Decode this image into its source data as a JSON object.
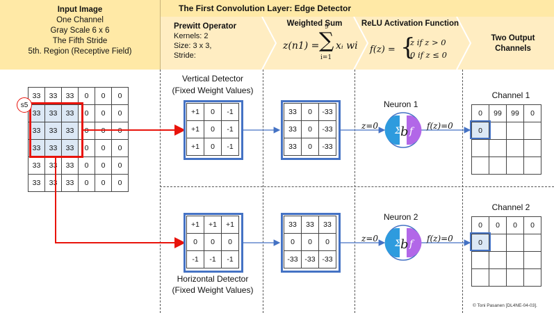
{
  "header": {
    "input_title": "Input Image",
    "input_lines": [
      "One Channel",
      "Gray Scale 6 x 6",
      "The Fifth Stride",
      "5th. Region (Receptive Field)"
    ],
    "layer_title": "The First Convolution Layer: Edge Detector",
    "prewitt_title": "Prewitt Operator",
    "prewitt_lines": [
      "Kernels: 2",
      "Size: 3 x 3,",
      "Stride:"
    ],
    "wsum_title": "Weighted Sum",
    "wsum_eq": "z(n1) = ",
    "wsum_sum_top": "9",
    "wsum_sum_bot": "i=1",
    "wsum_term": "xᵢ wi",
    "relu_title": "ReLU Activation Function",
    "relu_f": "f(z) =",
    "relu_case1": "z if z > 0",
    "relu_case2": "0 if z ≤ 0",
    "out_title": "Two Output Channels"
  },
  "input": {
    "badge": "s5",
    "grid": [
      [
        "33",
        "33",
        "33",
        "0",
        "0",
        "0"
      ],
      [
        "33",
        "33",
        "33",
        "0",
        "0",
        "0"
      ],
      [
        "33",
        "33",
        "33",
        "0",
        "0",
        "0"
      ],
      [
        "33",
        "33",
        "33",
        "0",
        "0",
        "0"
      ],
      [
        "33",
        "33",
        "33",
        "0",
        "0",
        "0"
      ],
      [
        "33",
        "33",
        "33",
        "0",
        "0",
        "0"
      ]
    ]
  },
  "vertical": {
    "title1": "Vertical Detector",
    "title2": "(Fixed Weight Values)",
    "kernel": [
      [
        "+1",
        "0",
        "-1"
      ],
      [
        "+1",
        "0",
        "-1"
      ],
      [
        "+1",
        "0",
        "-1"
      ]
    ],
    "product": [
      [
        "33",
        "0",
        "-33"
      ],
      [
        "33",
        "0",
        "-33"
      ],
      [
        "33",
        "0",
        "-33"
      ]
    ],
    "z_label": "z=0",
    "neuron": "Neuron 1",
    "f_label": "f(z)=0",
    "channel": "Channel 1",
    "channel_grid": [
      [
        "0",
        "99",
        "99",
        "0"
      ],
      [
        "0",
        "",
        "",
        ""
      ],
      [
        "",
        "",
        "",
        ""
      ],
      [
        "",
        "",
        "",
        ""
      ]
    ]
  },
  "horizontal": {
    "title1": "Horizontal  Detector",
    "title2": "(Fixed Weight Values)",
    "kernel": [
      [
        "+1",
        "+1",
        "+1"
      ],
      [
        "0",
        "0",
        "0"
      ],
      [
        "-1",
        "-1",
        "-1"
      ]
    ],
    "product": [
      [
        "33",
        "33",
        "33"
      ],
      [
        "0",
        "0",
        "0"
      ],
      [
        "-33",
        "-33",
        "-33"
      ]
    ],
    "z_label": "z=0",
    "neuron": "Neuron 2",
    "f_label": "f(z)=0",
    "channel": "Channel 2",
    "channel_grid": [
      [
        "0",
        "0",
        "0",
        "0"
      ],
      [
        "0",
        "",
        "",
        ""
      ],
      [
        "",
        "",
        "",
        ""
      ],
      [
        "",
        "",
        "",
        ""
      ]
    ]
  },
  "neuron_symbols": {
    "sigma": "Σ",
    "b": "b",
    "f": "f"
  },
  "credit": "© Toni Pasanen [DL4NE-04-03]."
}
